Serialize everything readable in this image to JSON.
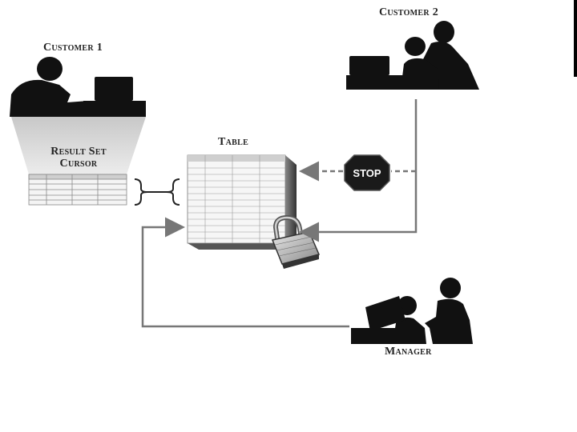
{
  "labels": {
    "customer1": "Customer 1",
    "customer2": "Customer 2",
    "table": "Table",
    "result_set": "Result Set",
    "cursor": "Cursor",
    "manager": "Manager",
    "stop": "STOP"
  },
  "icons": {
    "lock": "padlock-icon",
    "stop": "stop-sign-icon",
    "brace": "curly-brace-icon"
  },
  "colors": {
    "silhouette": "#111111",
    "line": "#777777",
    "funnel": "#d6d6d6",
    "stop_fill": "#1a1a1a"
  }
}
